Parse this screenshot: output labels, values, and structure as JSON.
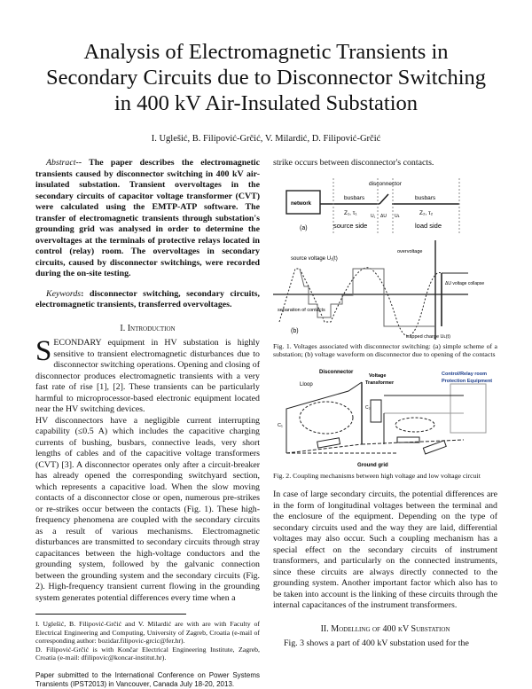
{
  "title": "Analysis of Electromagnetic Transients in Secondary Circuits due to Disconnector Switching in 400 kV Air-Insulated Substation",
  "authors": "I. Uglešić, B. Filipović-Grčić, V. Milardić, D. Filipović-Grčić",
  "abstract": {
    "label": "Abstract",
    "text": "-- The paper describes the electromagnetic transients caused by disconnector switching in 400 kV air-insulated substation. Transient overvoltages in the secondary circuits of capacitor voltage transformer (CVT) were calculated using the EMTP-ATP software. The transfer of electromagnetic transients through substation's grounding grid was analysed in order to determine the overvoltages at the terminals of protective relays located in control (relay) room. The overvoltages in secondary circuits, caused by disconnector switchings, were recorded during the on-site testing."
  },
  "keywords": {
    "label": "Keywords",
    "text": ": disconnector switching, secondary circuits, electromagnetic transients, transferred overvoltages."
  },
  "section1": {
    "heading": "I. Introduction",
    "dropcap": "S",
    "p1": "ECONDARY equipment in HV substation is highly sensitive to transient electromagnetic disturbances due to disconnector switching operations. Opening and closing of disconnector produces electromagnetic transients with a very fast rate of rise [1], [2]. These transients can be particularly harmful to microprocessor-based electronic equipment located near the HV switching devices.",
    "p2": "HV disconnectors have a negligible current interrupting capability (≤0.5 A) which includes the capacitive charging currents of bushing, busbars, connective leads, very short lengths of cables and of the capacitive voltage transformers (CVT) [3]. A disconnector operates only after a circuit-breaker has already opened the corresponding switchyard section, which represents a capacitive load. When the slow moving contacts of a disconnector close or open, numerous pre-strikes or re-strikes occur between the contacts (Fig. 1). These high-frequency phenomena are coupled with the secondary circuits as a result of various mechanisms. Electromagnetic disturbances are transmitted to secondary circuits through stray capacitances between the high-voltage conductors and the grounding system, followed by the galvanic connection between the grounding system and the secondary circuits (Fig. 2). High-frequency transient current flowing in the grounding system generates potential differences every time when a",
    "p2_cont": "strike occurs between disconnector's contacts.",
    "p3": "In case of large secondary circuits, the potential differences are in the form of longitudinal voltages between the terminal and the enclosure of the equipment. Depending on the type of secondary circuits used and the way they are laid, differential voltages may also occur. Such a coupling mechanism has a special effect on the secondary circuits of instrument transformers, and particularly on the connected instruments, since these circuits are always directly connected to the grounding system. Another important factor which also has to be taken into account is the linking of these circuits through the internal capacitances of the instrument transformers."
  },
  "section2": {
    "heading": "II. Modelling of 400 kV Substation",
    "p1": "Fig. 3 shows a part of 400 kV substation used for the"
  },
  "footnotes": {
    "f1": "I. Uglešić, B. Filipović-Grčić and V. Milardić are with are with Faculty of Electrical Engineering and Computing, University of Zagreb, Croatia (e-mail of corresponding author: bozidar.filipovic-grcic@fer.hr).",
    "f2": "D. Filipović-Grčić is with Končar Electrical Engineering Institute, Zagreb, Croatia (e-mail: dfilipovic@koncar-institut.hr).",
    "submitted": "Paper submitted to the International Conference on Power Systems Transients (IPST2013) in Vancouver, Canada July 18-20, 2013."
  },
  "fig1": {
    "network": "network",
    "busbars": "busbars",
    "disconnector": "disconnector",
    "z1": "Z₁, τ₁",
    "z2": "Z₂, τ₂",
    "u1": "U₁",
    "du": "ΔU",
    "ul": "Uʟ",
    "a": "(a)",
    "b": "(b)",
    "source_side": "source side",
    "load_side": "load side",
    "source_voltage": "source voltage U₁(t)",
    "overvoltage": "overvoltage",
    "collapse": "ΔU voltage collapse",
    "separation": "separation of contacts",
    "trapped": "trapped charge Uʟ(t)",
    "caption": "Fig. 1. Voltages associated with disconnector switching: (a) simple scheme of a substation; (b) voltage waveform on disconnector due to opening of the contacts"
  },
  "fig2": {
    "disconnector": "Disconnector",
    "vt1": "Voltage",
    "vt2": "Transformer",
    "control1": "Control/Relay room",
    "control2": "Protection Equipment",
    "lloop": "Lloop",
    "c1": "C₁",
    "c2": "C₂",
    "ground": "Ground grid",
    "caption": "Fig. 2. Coupling mechanisms between high voltage and low voltage circuit"
  }
}
